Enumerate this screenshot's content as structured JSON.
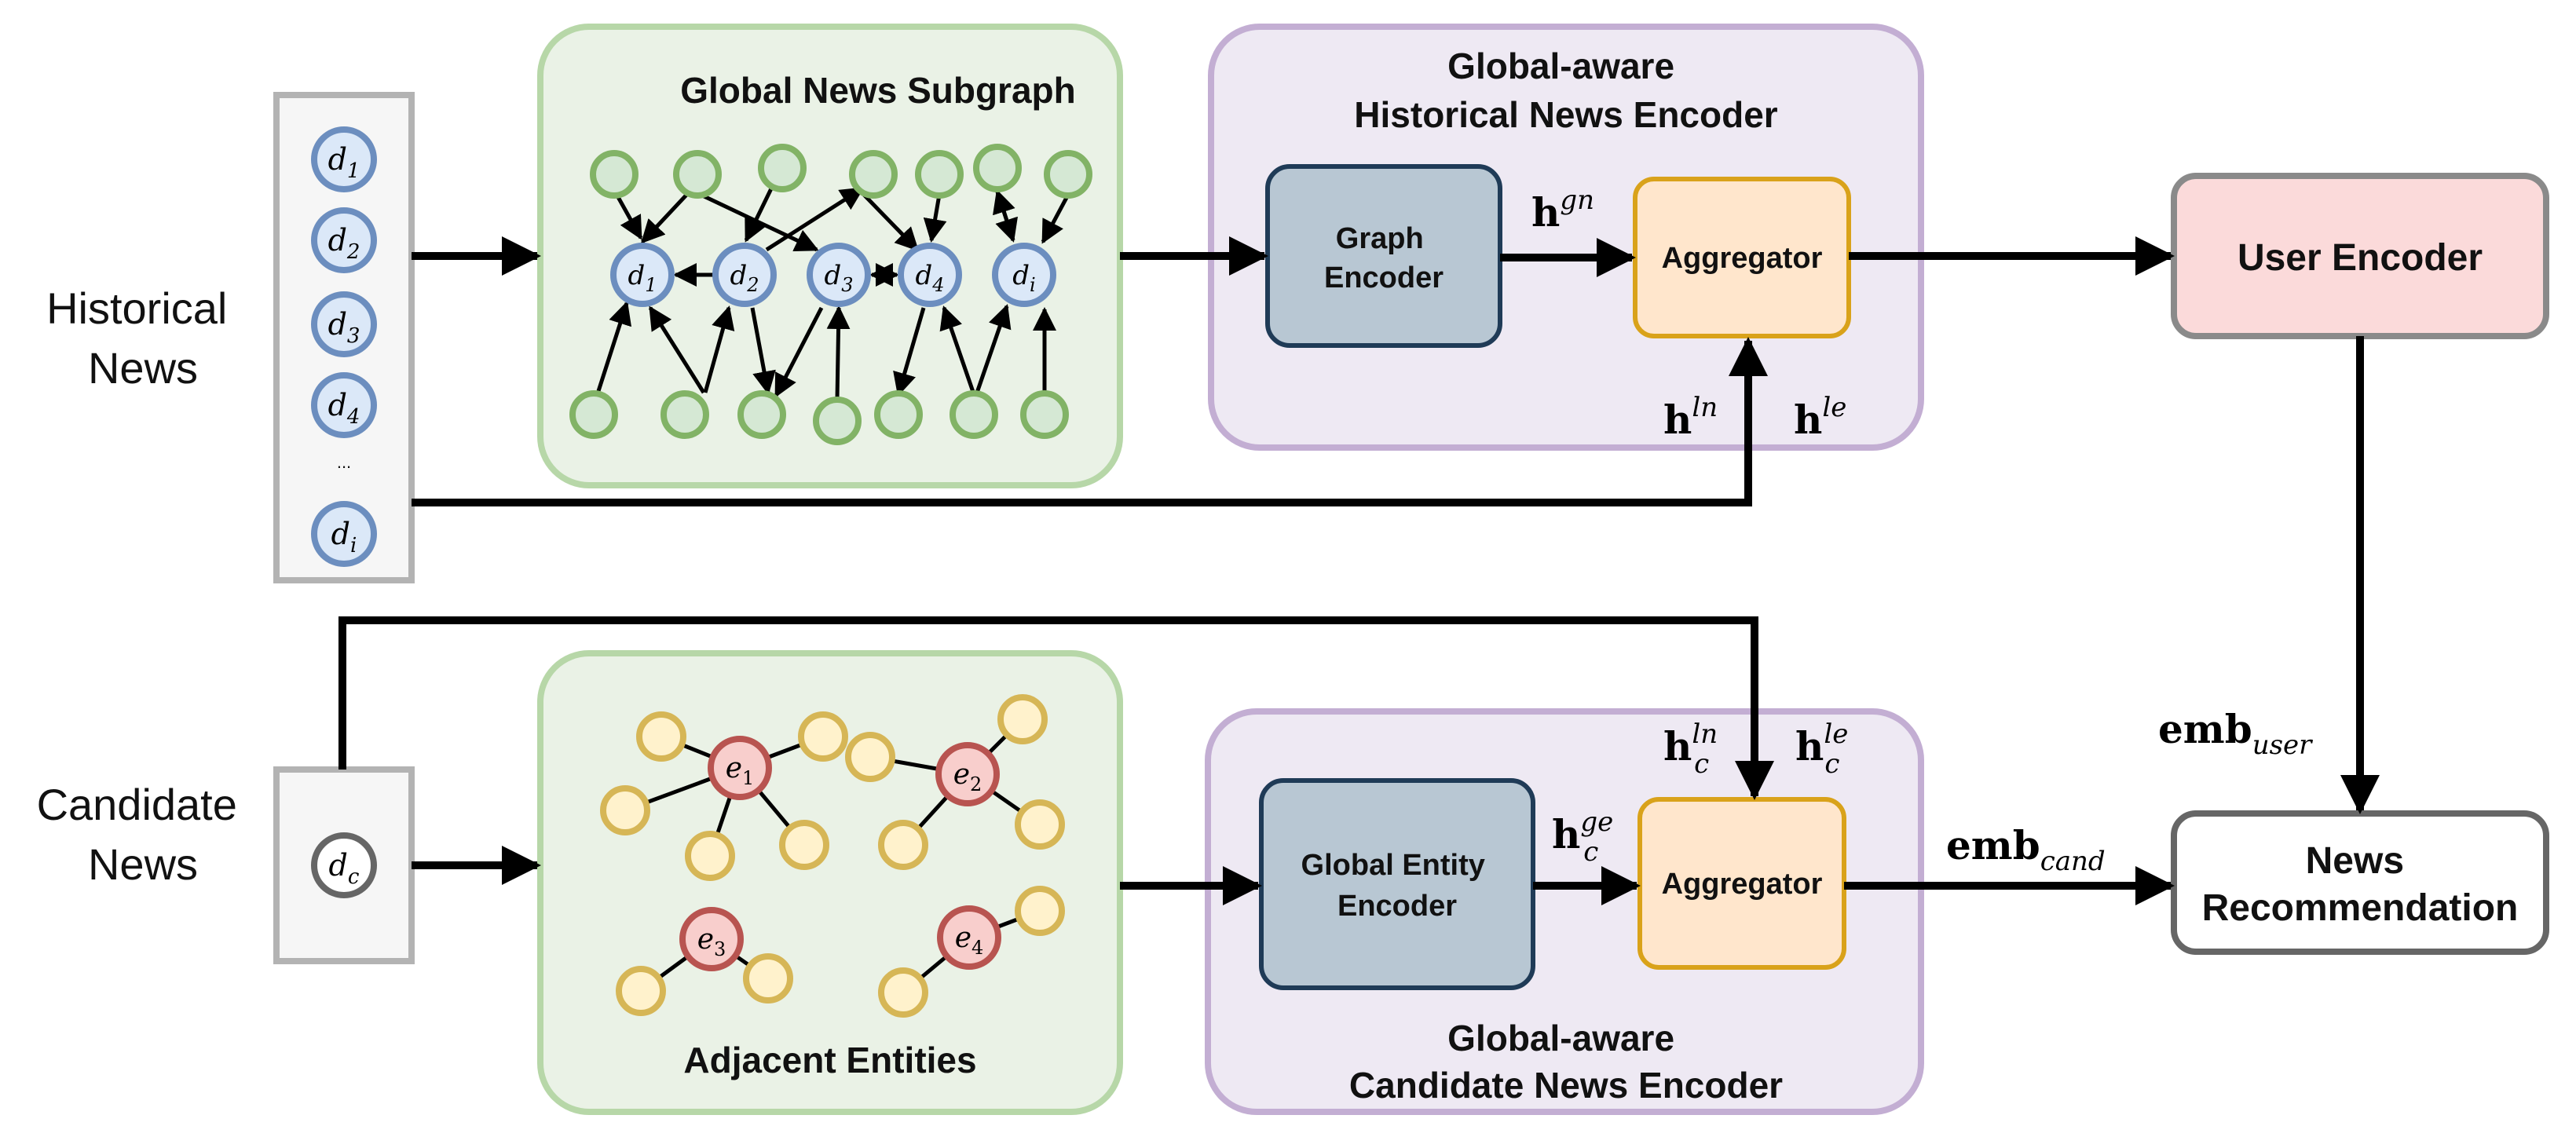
{
  "colors": {
    "green_panel_fill": "#eaf2e6",
    "green_panel_stroke": "#b7d7a8",
    "purple_panel_fill": "#eee9f3",
    "purple_panel_stroke": "#c3aed3",
    "encoder_fill": "#b8c7d3",
    "encoder_stroke": "#1f3b57",
    "aggregator_fill": "#ffe6cc",
    "aggregator_stroke": "#d9a21a",
    "user_encoder_fill": "#fbdada",
    "user_encoder_stroke": "#8a8a8a",
    "news_node_fill": "#dbe8f8",
    "news_node_stroke": "#6c8ebf",
    "green_node_fill": "#d5e8d4",
    "green_node_stroke": "#82b366",
    "entity_node_fill": "#f8cecc",
    "entity_node_stroke": "#b85450",
    "yellow_node_fill": "#fff2cc",
    "yellow_node_stroke": "#d6b656"
  },
  "labels": {
    "historical_news": [
      "Historical",
      "News"
    ],
    "candidate_news": [
      "Candidate",
      "News"
    ],
    "global_news_subgraph": "Global News Subgraph",
    "adjacent_entities": "Adjacent Entities",
    "hist_encoder_title": [
      "Global-aware",
      "Historical News Encoder"
    ],
    "cand_encoder_title": [
      "Global-aware",
      "Candidate News Encoder"
    ],
    "graph_encoder": [
      "Graph",
      "Encoder"
    ],
    "global_entity_encoder": [
      "Global Entity",
      "Encoder"
    ],
    "aggregator_top": "Aggregator",
    "aggregator_bottom": "Aggregator",
    "user_encoder": "User Encoder",
    "news_recommendation": [
      "News",
      "Recommendation"
    ],
    "ellipsis": "..."
  },
  "news_list": [
    {
      "base": "d",
      "sub": "1"
    },
    {
      "base": "d",
      "sub": "2"
    },
    {
      "base": "d",
      "sub": "3"
    },
    {
      "base": "d",
      "sub": "4"
    },
    {
      "base": "d",
      "sub": "i"
    }
  ],
  "candidate_node": {
    "base": "d",
    "sub": "c"
  },
  "subgraph_nodes": [
    {
      "base": "d",
      "sub": "1"
    },
    {
      "base": "d",
      "sub": "2"
    },
    {
      "base": "d",
      "sub": "3"
    },
    {
      "base": "d",
      "sub": "4"
    },
    {
      "base": "d",
      "sub": "i"
    }
  ],
  "entities": [
    {
      "base": "e",
      "sub": "1"
    },
    {
      "base": "e",
      "sub": "2"
    },
    {
      "base": "e",
      "sub": "3"
    },
    {
      "base": "e",
      "sub": "4"
    }
  ],
  "math": {
    "h_gn": {
      "base": "h",
      "sup": "gn"
    },
    "h_ln": {
      "base": "h",
      "sup": "ln"
    },
    "h_le": {
      "base": "h",
      "sup": "le"
    },
    "h_c_ge": {
      "base": "h",
      "sub": "c",
      "sup": "ge"
    },
    "h_c_ln": {
      "base": "h",
      "sub": "c",
      "sup": "ln"
    },
    "h_c_le": {
      "base": "h",
      "sub": "c",
      "sup": "le"
    },
    "emb_user": {
      "base": "emb",
      "sub": "user"
    },
    "emb_cand": {
      "base": "emb",
      "sub": "cand"
    }
  }
}
